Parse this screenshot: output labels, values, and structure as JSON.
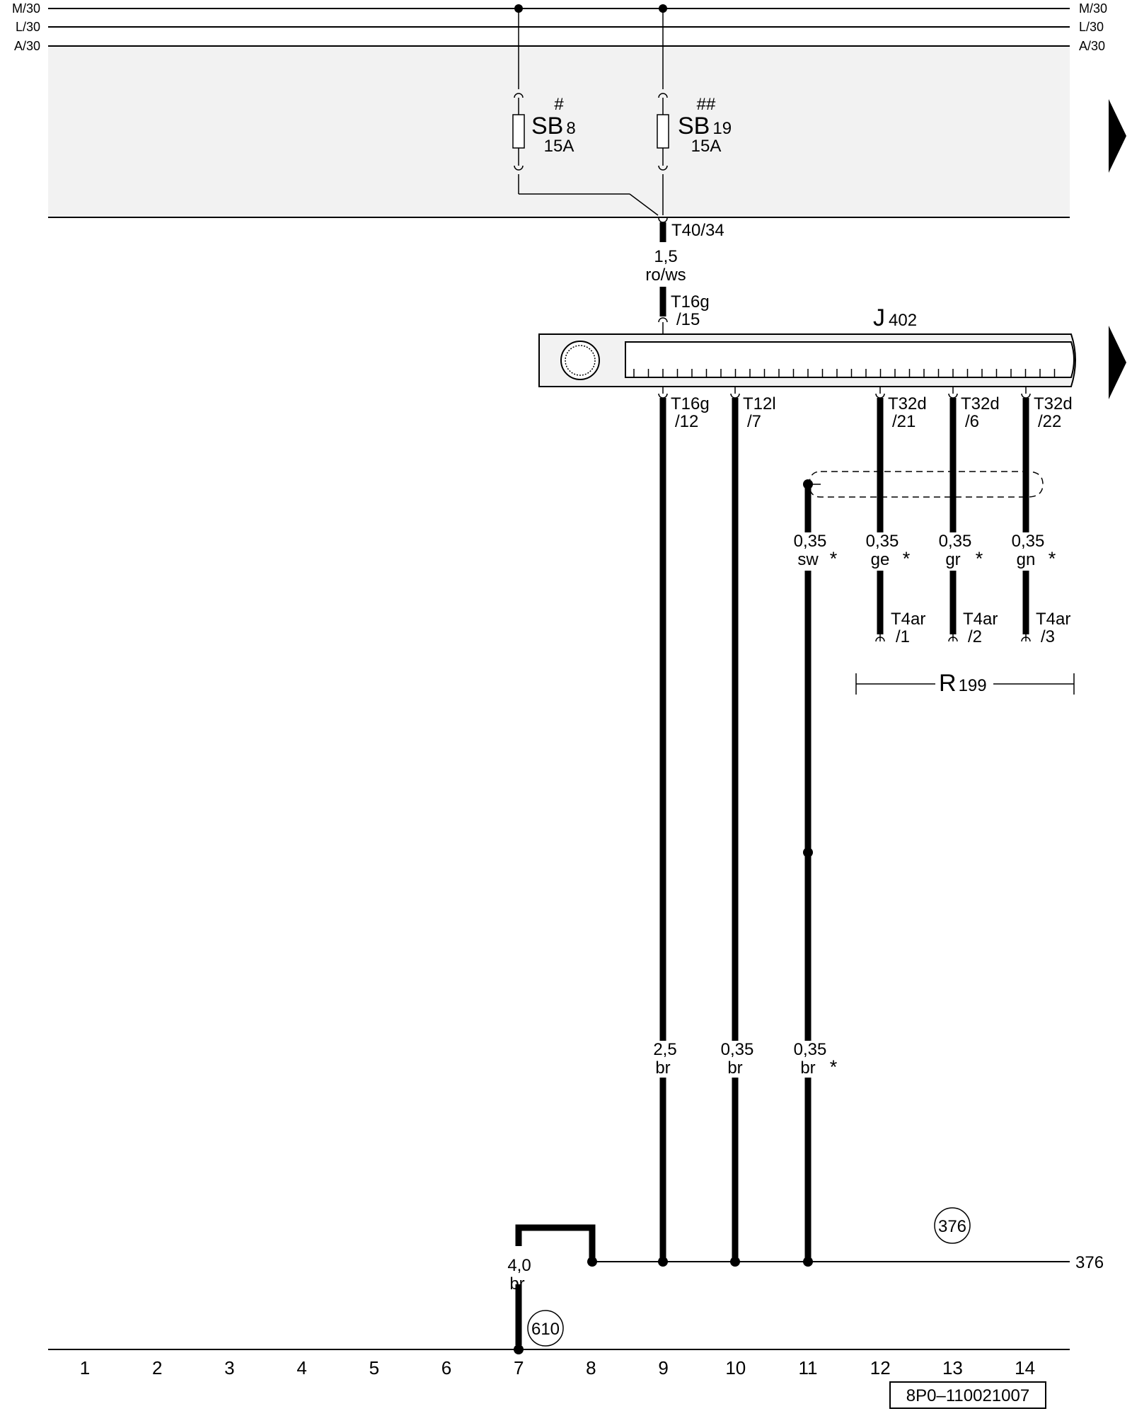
{
  "colors": {
    "line": "#000000",
    "shade": "#f2f2f2",
    "paper": "#ffffff"
  },
  "rails": {
    "left": [
      "M/30",
      "L/30",
      "A/30"
    ],
    "right": [
      "M/30",
      "L/30",
      "A/30"
    ]
  },
  "fuses": [
    {
      "mark": "#",
      "name": "SB",
      "number": "8",
      "rating": "15A"
    },
    {
      "mark": "##",
      "name": "SB",
      "number": "19",
      "rating": "15A"
    }
  ],
  "connectors": {
    "t40": "T40/34",
    "t16g_15": [
      "T16g",
      "/15"
    ],
    "t16g_12": [
      "T16g",
      "/12"
    ],
    "t12l_7": [
      "T12l",
      "/7"
    ],
    "t32d_21": [
      "T32d",
      "/21"
    ],
    "t32d_6": [
      "T32d",
      "/6"
    ],
    "t32d_22": [
      "T32d",
      "/22"
    ],
    "t4ar_1": [
      "T4ar",
      "/1"
    ],
    "t4ar_2": [
      "T4ar",
      "/2"
    ],
    "t4ar_3": [
      "T4ar",
      "/3"
    ]
  },
  "components": {
    "j402": {
      "name": "J",
      "number": "402"
    },
    "r199": {
      "name": "R",
      "number": "199"
    }
  },
  "wires": {
    "supply": [
      "1,5",
      "ro/ws"
    ],
    "sw": [
      "0,35",
      "sw",
      "*"
    ],
    "ge": [
      "0,35",
      "ge",
      "*"
    ],
    "gr": [
      "0,35",
      "gr",
      "*"
    ],
    "gn": [
      "0,35",
      "gn",
      "*"
    ],
    "br_9": [
      "2,5",
      "br"
    ],
    "br_10": [
      "0,35",
      "br"
    ],
    "br_11": [
      "0,35",
      "br",
      "*"
    ],
    "br_ground": [
      "4,0",
      "br"
    ]
  },
  "references": {
    "ground_376": "376",
    "ground_376_right": "376",
    "ground_610": "610"
  },
  "tracks": [
    "1",
    "2",
    "3",
    "4",
    "5",
    "6",
    "7",
    "8",
    "9",
    "10",
    "11",
    "12",
    "13",
    "14"
  ],
  "doc_code": "8P0–110021007"
}
